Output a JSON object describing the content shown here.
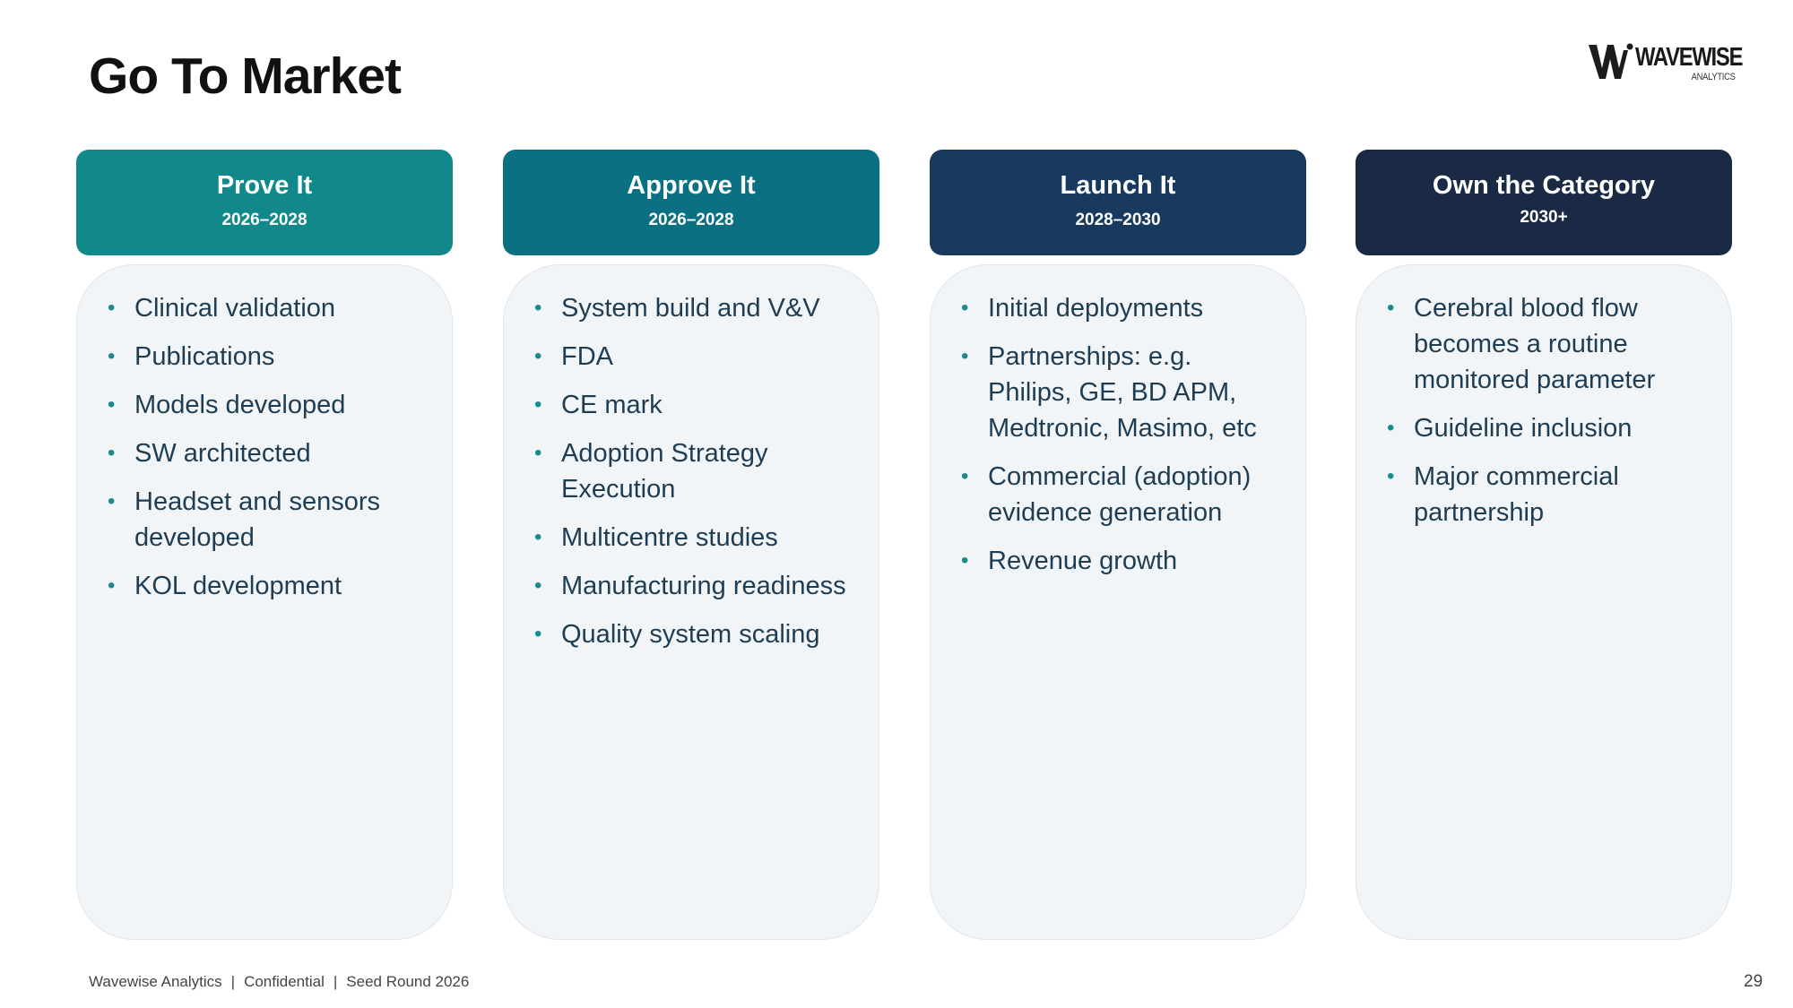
{
  "slide": {
    "title": "Go To Market",
    "page_number": "29"
  },
  "logo": {
    "word": "WAVEWISE",
    "sub": "ANALYTICS"
  },
  "footer": {
    "company": "Wavewise Analytics",
    "confidential": "Confidential",
    "round": "Seed Round 2026"
  },
  "colors": {
    "prove": "#11898a",
    "approve": "#0a7082",
    "launch": "#173a5e",
    "own": "#1a2944",
    "card_bg": "#f1f5f8",
    "bullet": "#1a8a8c"
  },
  "columns": [
    {
      "title": "Prove It",
      "years": "2026–2028",
      "items": [
        "Clinical validation",
        "Publications",
        "Models developed",
        "SW architected",
        "Headset and sensors developed",
        "KOL development"
      ]
    },
    {
      "title": "Approve It",
      "years": "2026–2028",
      "items": [
        "System build and V&V",
        "FDA",
        "CE mark",
        "Adoption Strategy Execution",
        "Multicentre studies",
        "Manufacturing readiness",
        "Quality system scaling"
      ]
    },
    {
      "title": "Launch It",
      "years": "2028–2030",
      "items": [
        "Initial deployments",
        "Partnerships: e.g. Philips, GE, BD APM, Medtronic, Masimo, etc",
        "Commercial (adoption) evidence generation",
        "Revenue growth"
      ]
    },
    {
      "title": "Own the Category",
      "years": "2030+",
      "items": [
        "Cerebral blood flow becomes a routine monitored parameter",
        "Guideline inclusion",
        "Major commercial partnership"
      ]
    }
  ]
}
